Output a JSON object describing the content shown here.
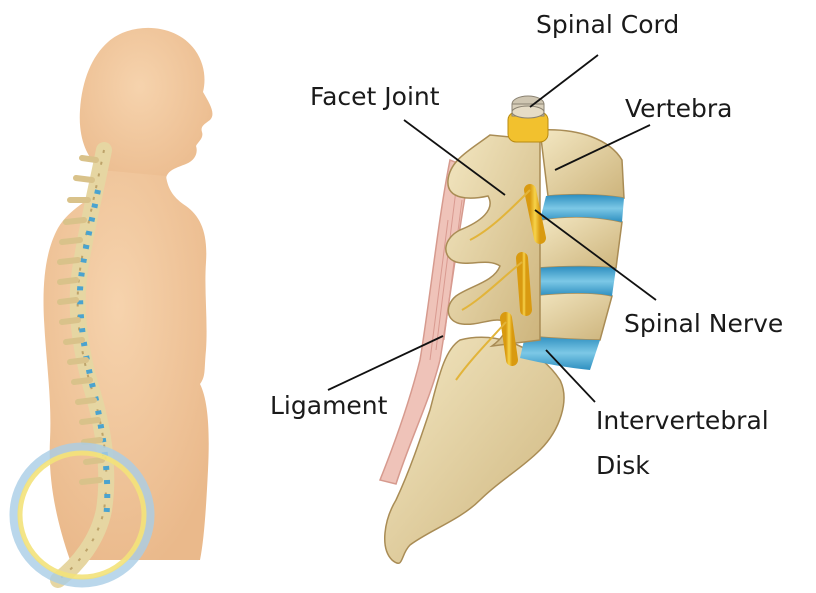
{
  "diagram": {
    "labels": {
      "spinal_cord": "Spinal Cord",
      "facet_joint": "Facet Joint",
      "vertebra": "Vertebra",
      "spinal_nerve": "Spinal Nerve",
      "ligament": "Ligament",
      "intervertebral_disk_line1": "Intervertebral",
      "intervertebral_disk_line2": "Disk"
    },
    "colors": {
      "skin": "#f3c79b",
      "bone": "#e9d9a8",
      "bone_shade": "#c9b27a",
      "disk": "#5aaed0",
      "nerve": "#f2c12e",
      "ligament": "#e8b7ae",
      "highlight_ring": "#f3e27a",
      "highlight_ring_outer": "#a9cde6"
    }
  }
}
